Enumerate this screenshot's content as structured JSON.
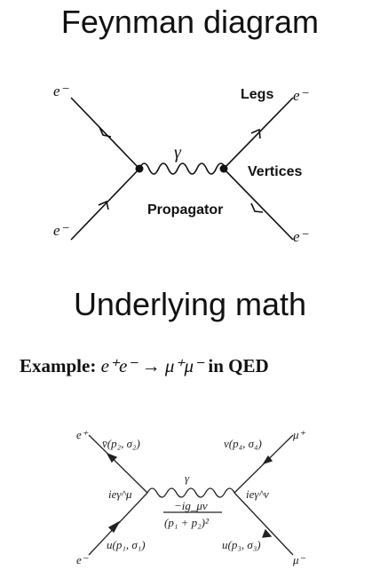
{
  "section1": {
    "title": "Feynman diagram",
    "labels": {
      "legs": "Legs",
      "vertices": "Vertices",
      "propagator": "Propagator",
      "photon": "γ",
      "electron_top_left": "e⁻",
      "electron_bottom_left": "e⁻",
      "electron_top_right": "e⁻",
      "electron_bottom_right": "e⁻"
    }
  },
  "section2": {
    "title": "Underlying math",
    "example": {
      "prefix": "Example:",
      "reaction": "e⁺e⁻ → μ⁺μ⁻",
      "suffix": "in QED"
    },
    "labels": {
      "eplus": "e⁺",
      "eminus": "e⁻",
      "muplus": "μ⁺",
      "muminus": "μ⁻",
      "vbar": "v̄(p₂, σ₂)",
      "v_right": "v(p₄, σ₄)",
      "u_left": "u(p₁, σ₁)",
      "u_right": "u(p₃, σ₃)",
      "vertex_left": "ieγ^μ",
      "vertex_right": "ieγ^ν",
      "gamma": "γ",
      "prop_num": "−ig_μν",
      "prop_den": "(p₁ + p₂)²"
    }
  }
}
